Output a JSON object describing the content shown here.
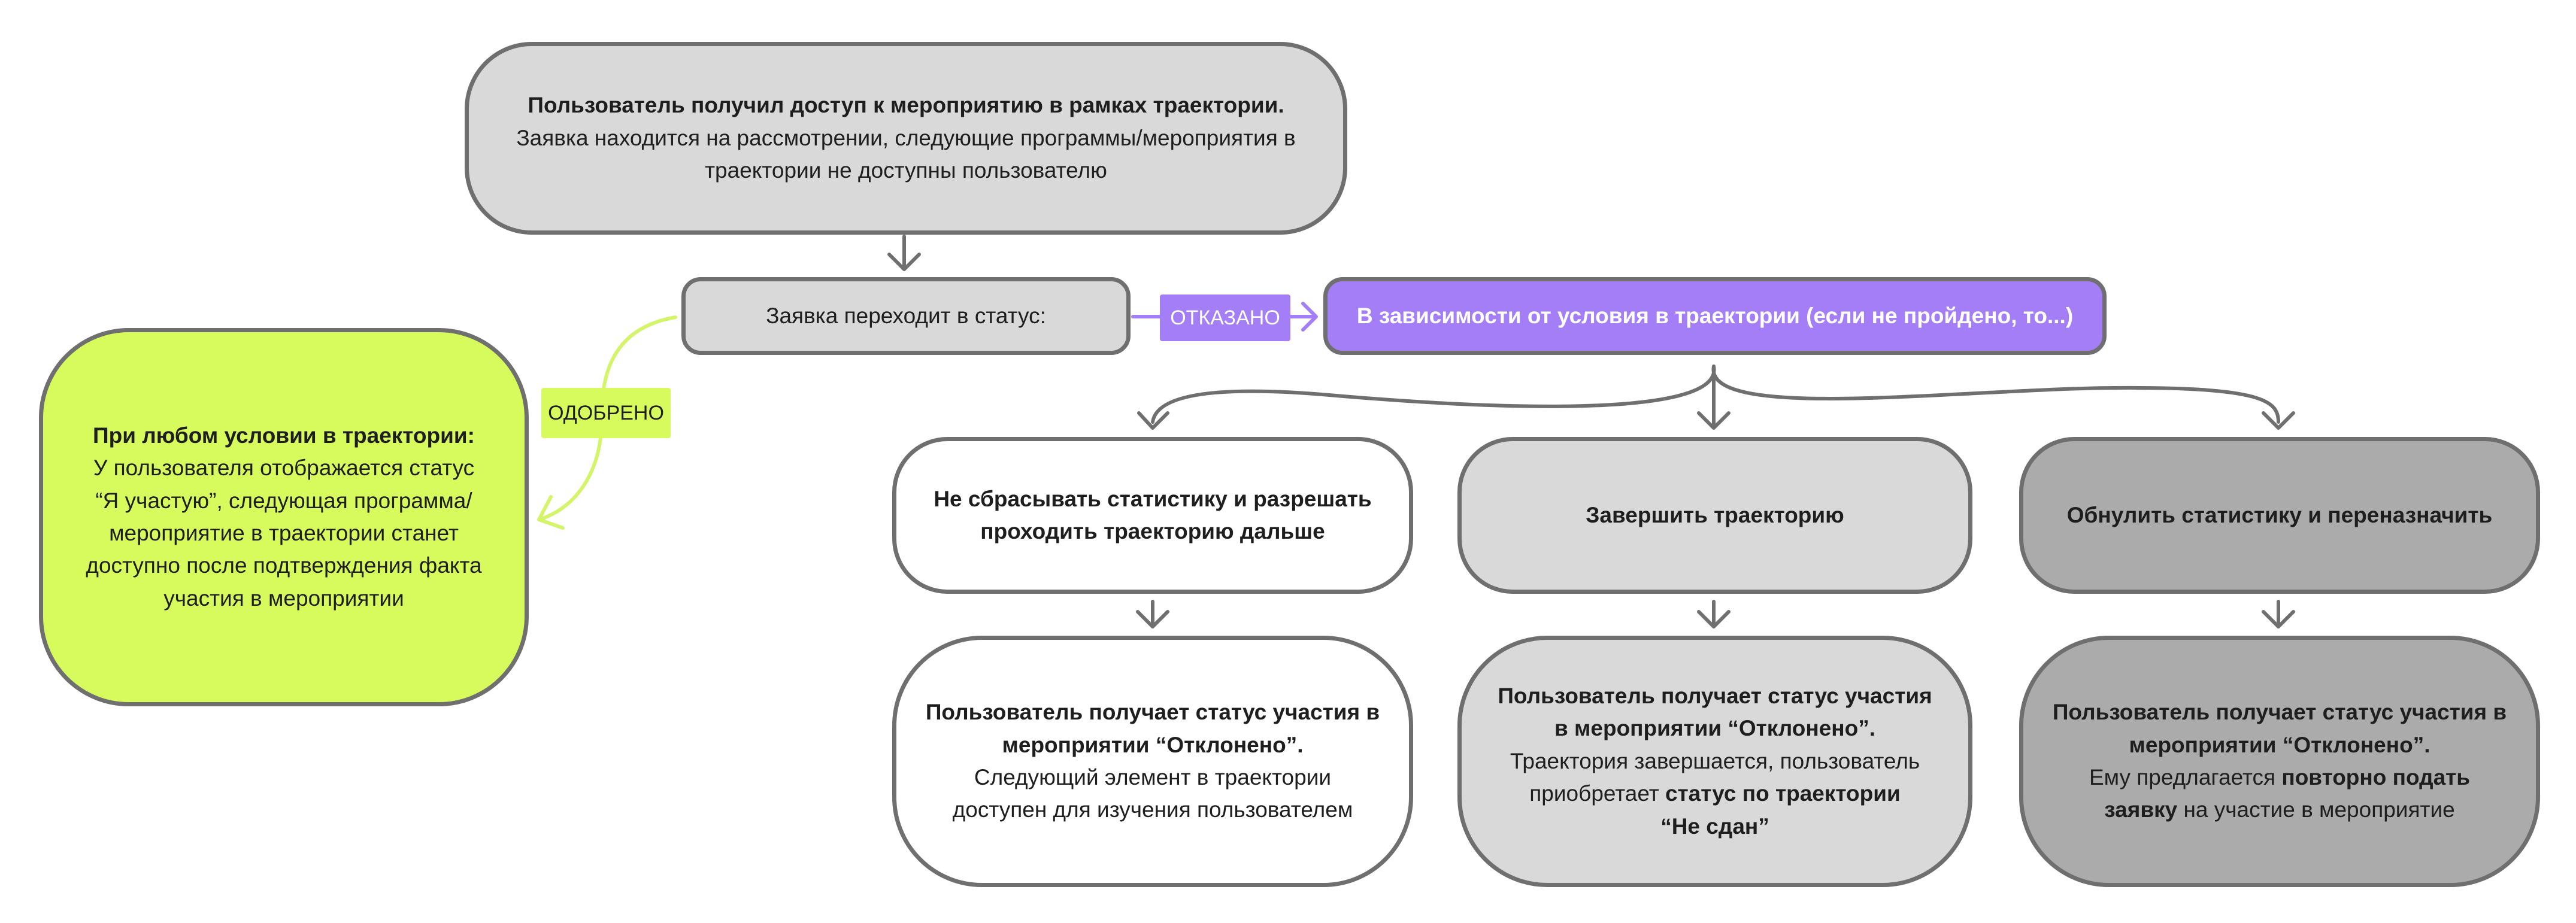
{
  "colors": {
    "neutral_fill": "#d9d9d9",
    "white_fill": "#ffffff",
    "dark_fill": "#ababab",
    "accent_purple": "#a47ef7",
    "accent_lime": "#d7fb5c",
    "border": "#6f6f6f",
    "lime_line": "#d4f46a"
  },
  "top": {
    "title": "Пользователь получил доступ к мероприятию в рамках траектории.",
    "text_1": "Заявка находится на рассмотрении, следующие программы/мероприятия в",
    "text_2": "траектории не доступны пользователю"
  },
  "status_box": {
    "label": "Заявка переходит в статус:"
  },
  "approved": {
    "tag": "ОДОБРЕНО",
    "title": "При любом условии в траектории:",
    "text_1": "У пользователя отображается статус",
    "text_2": "“Я участую”, следующая программа/",
    "text_3": "мероприятие в траектории станет",
    "text_4": "доступно после подтверждения факта",
    "text_5": "участия в мероприятии"
  },
  "rejected": {
    "tag": "ОТКАЗАНО",
    "condition": "В зависимости от условия в траектории (если не пройдено, то...)"
  },
  "options": [
    {
      "label_1": "Не сбрасывать статистику и разрешать",
      "label_2": "проходить траекторию дальше",
      "result": {
        "bold_1": "Пользователь получает статус участия в",
        "bold_2": "мероприятии “Отклонено”.",
        "text_1": "Следующий элемент в траектории",
        "text_2": "доступен для изучения пользователем"
      }
    },
    {
      "label_1": "Завершить траекторию",
      "result": {
        "bold_1": "Пользователь получает статус участия",
        "bold_2": "в мероприятии “Отклонено”.",
        "text_1": "Траектория завершается, пользователь",
        "text_2a": "приобретает ",
        "bold_3": "статус по траектории",
        "bold_4": "“Не сдан”"
      }
    },
    {
      "label_1": "Обнулить статистику и переназначить",
      "result": {
        "bold_1": "Пользователь получает статус участия в",
        "bold_2": "мероприятии “Отклонено”.",
        "text_1a": "Ему предлагается ",
        "bold_3": "повторно подать",
        "bold_4": "заявку",
        "text_2b": " на участие в мероприятие"
      }
    }
  ]
}
